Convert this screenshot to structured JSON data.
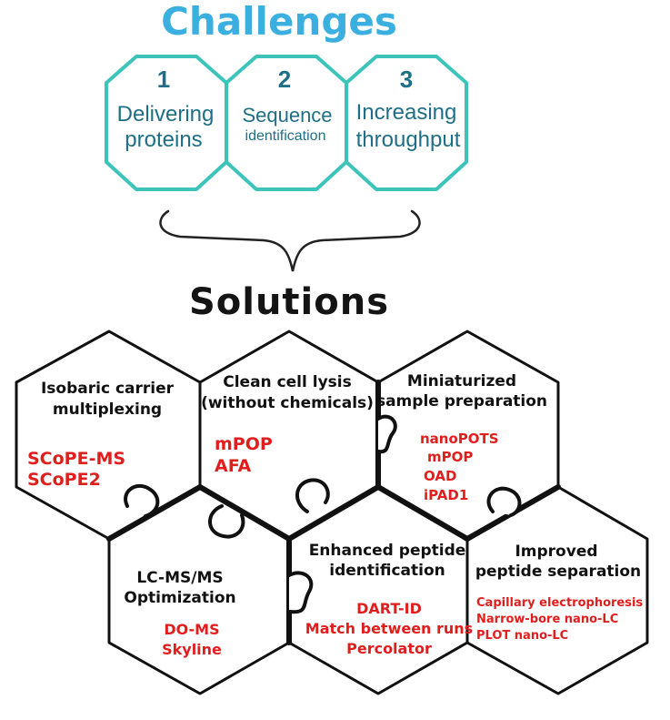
{
  "challenges": {
    "title": "Challenges",
    "items": [
      {
        "number": "1",
        "lines": [
          "Delivering",
          "proteins"
        ]
      },
      {
        "number": "2",
        "lines": [
          "Sequence",
          "identification"
        ]
      },
      {
        "number": "3",
        "lines": [
          "Increasing",
          "throughput"
        ]
      }
    ]
  },
  "solutions": {
    "title": "Solutions",
    "items": [
      {
        "heading": [
          "Isobaric carrier",
          "multiplexing"
        ],
        "methods": [
          "SCoPE-MS",
          "SCoPE2"
        ]
      },
      {
        "heading": [
          "Clean cell lysis",
          "(without chemicals)"
        ],
        "methods": [
          "mPOP",
          "AFA"
        ]
      },
      {
        "heading": [
          "Miniaturized",
          "sample preparation"
        ],
        "methods": [
          "nanoPOTS",
          "mPOP",
          "OAD",
          "iPAD1"
        ]
      },
      {
        "heading": [
          "LC-MS/MS",
          "Optimization"
        ],
        "methods": [
          "DO-MS",
          "Skyline"
        ]
      },
      {
        "heading": [
          "Enhanced peptide",
          "identification"
        ],
        "methods": [
          "DART-ID",
          "Match between runs",
          "Percolator"
        ]
      },
      {
        "heading": [
          "Improved",
          "peptide separation"
        ],
        "methods": [
          "Capillary electrophoresis",
          "Narrow-bore nano-LC",
          "PLOT nano-LC"
        ]
      }
    ]
  },
  "colors": {
    "title_blue": "#3aafe0",
    "hex_teal": "#3cc4bb",
    "challenge_text": "#1e6f86",
    "solutions_title": "#141414",
    "outline": "#111111",
    "method_red": "#e01e1e"
  }
}
